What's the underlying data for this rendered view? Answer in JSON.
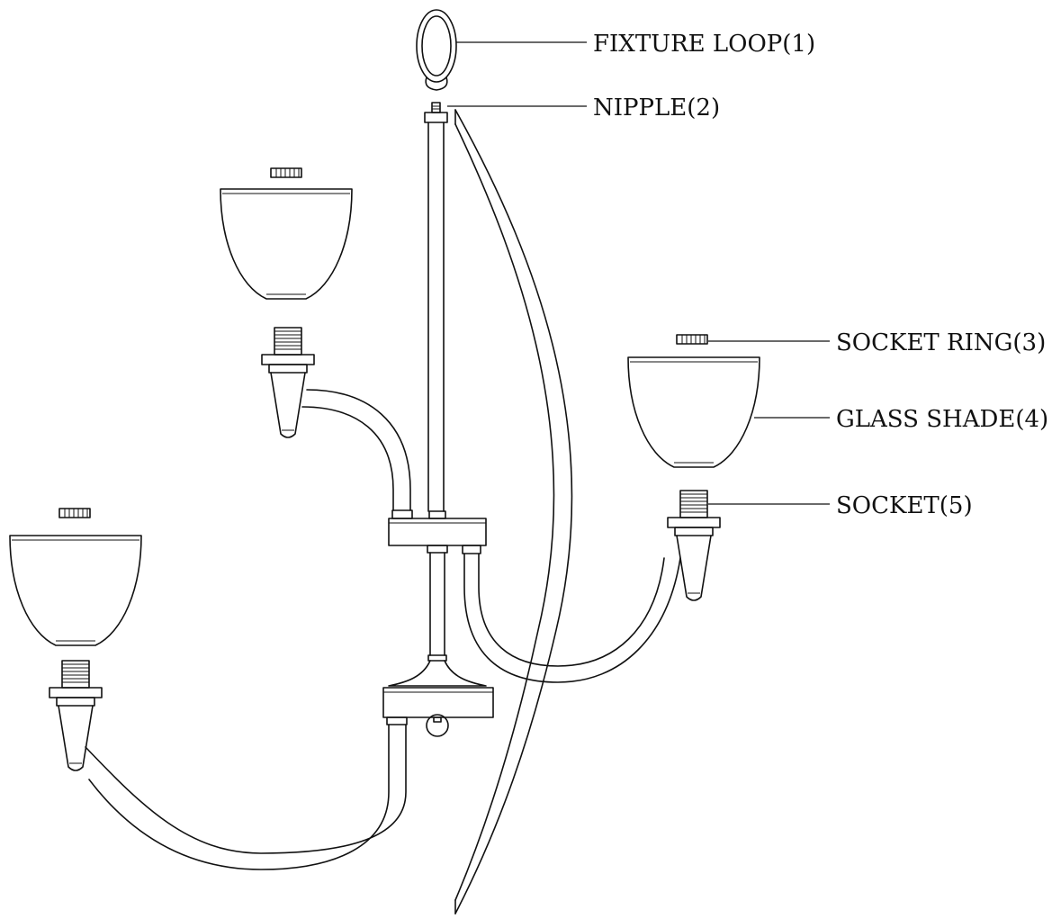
{
  "labels": {
    "fixture_loop": "FIXTURE LOOP(1)",
    "nipple": "NIPPLE(2)",
    "socket_ring": "SOCKET RING(3)",
    "glass_shade": "GLASS SHADE(4)",
    "socket": "SOCKET(5)"
  }
}
